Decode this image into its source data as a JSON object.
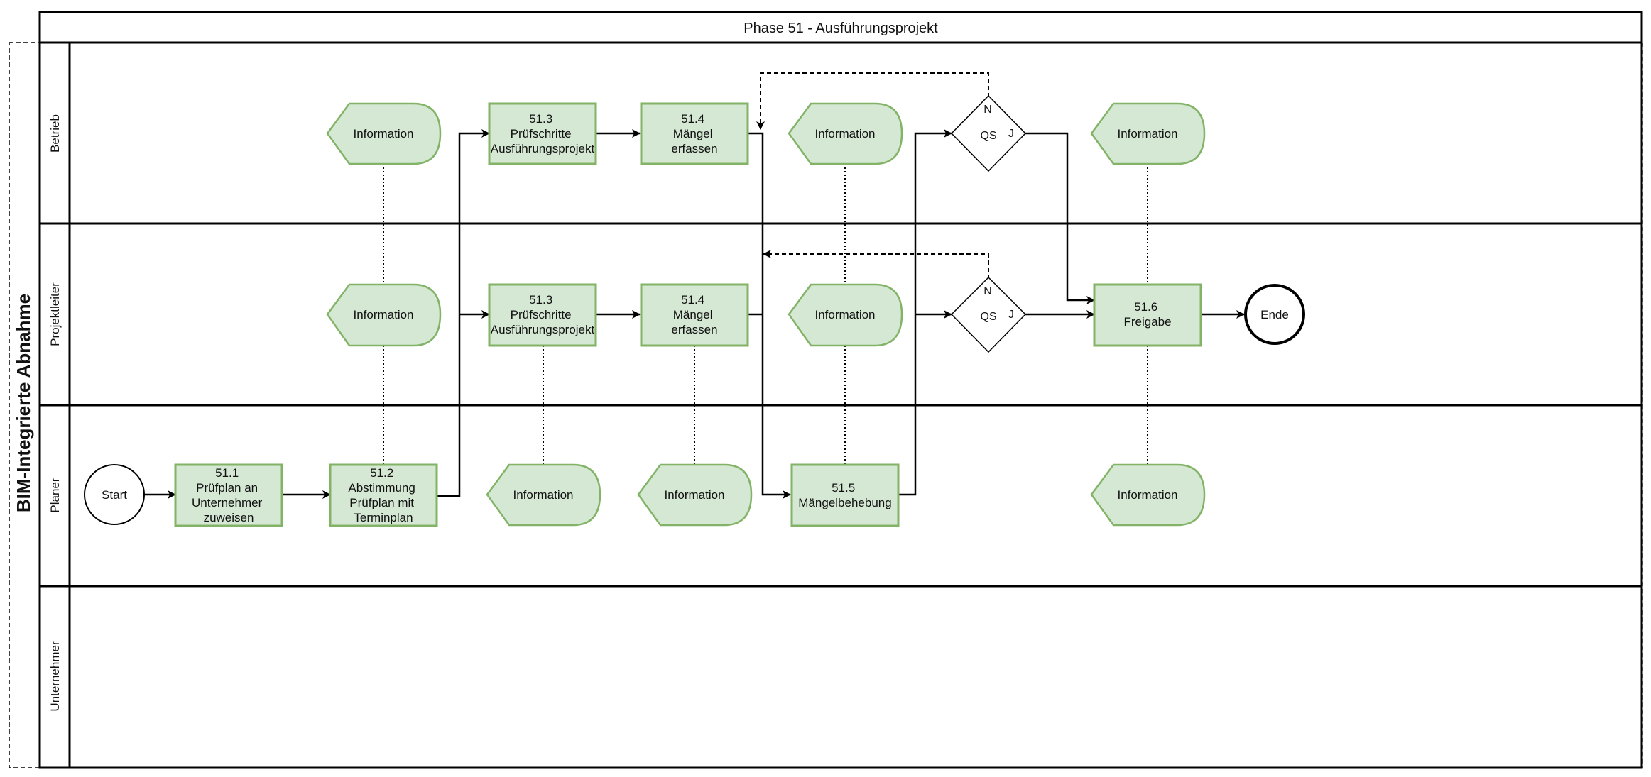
{
  "pool": {
    "label": "BIM-Integrierte Abnahme"
  },
  "phase": {
    "title": "Phase 51 - Ausführungsprojekt"
  },
  "lanes": [
    {
      "id": "betrieb",
      "label": "Betrieb"
    },
    {
      "id": "projektleiter",
      "label": "Projektleiter"
    },
    {
      "id": "planer",
      "label": "Planer"
    },
    {
      "id": "unternehmer",
      "label": "Unternehmer"
    }
  ],
  "nodes": {
    "start": {
      "text": [
        "Start"
      ]
    },
    "t51_1": {
      "text": [
        "51.1",
        "Prüfplan an",
        "Unternehmer",
        "zuweisen"
      ]
    },
    "t51_2": {
      "text": [
        "51.2",
        "Abstimmung",
        "Prüfplan mit",
        "Terminplan"
      ]
    },
    "t51_3_betrieb": {
      "text": [
        "51.3",
        "Prüfschritte",
        "Ausführungsprojekt"
      ]
    },
    "t51_4_betrieb": {
      "text": [
        "51.4",
        "Mängel",
        "erfassen"
      ]
    },
    "t51_3_pl": {
      "text": [
        "51.3",
        "Prüfschritte",
        "Ausführungsprojekt"
      ]
    },
    "t51_4_pl": {
      "text": [
        "51.4",
        "Mängel",
        "erfassen"
      ]
    },
    "t51_5": {
      "text": [
        "51.5",
        "Mängelbehebung"
      ]
    },
    "t51_6": {
      "text": [
        "51.6",
        "Freigabe"
      ]
    },
    "end": {
      "text": [
        "Ende"
      ]
    },
    "qs_betrieb": {
      "label": "QS",
      "no": "N",
      "yes": "J"
    },
    "qs_pl": {
      "label": "QS",
      "no": "N",
      "yes": "J"
    },
    "info_text": "Information"
  },
  "colors": {
    "task_fill": "#d5e8d4",
    "task_stroke": "#82b366",
    "line": "#000000",
    "background": "#ffffff"
  }
}
